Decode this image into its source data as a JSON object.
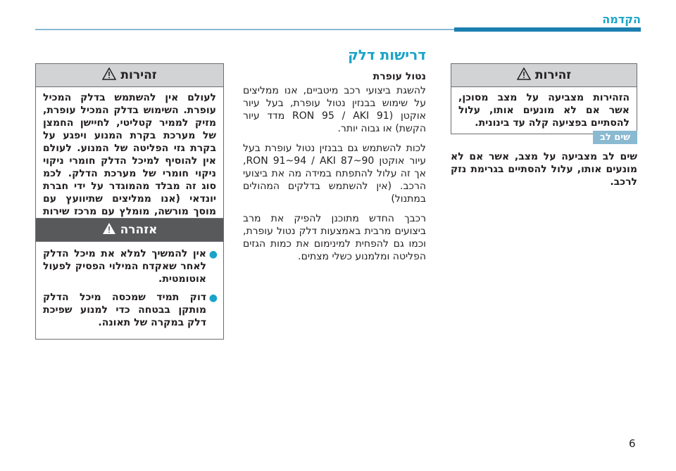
{
  "header": {
    "title": "הקדמה"
  },
  "page_number": "6",
  "warning_box_1": {
    "title": "זהירות",
    "text": "הזהירות מצביעה על מצב מסוכן, אשר אם לא מונעים אותו, עלול להסתיים בפציעה קלה עד בינונית."
  },
  "note": {
    "badge": "שים לב",
    "text": "שים לב מצביעה על מצב, אשר אם לא מונעים אותו, עלול להסתיים בגרימת נזק לרכב."
  },
  "fuel": {
    "section_title": "דרישות דלק",
    "subtitle": "נטול עופרת",
    "para1": "להשגת ביצועי רכב מיטביים, אנו ממליצים על שימוש בבנזין נטול עופרת, בעל עיור אוקטן (RON 95 / AKI 91 מדד עיור הקשת) או גבוה יותר.",
    "para2": "לכות להשתמש גם בבנזין נטול עופרת בעל עיור אוקטן RON 91~94 / AKI 87~90, אך זה עלול להתפתח במידה מה את ביצועי הרכב. (אין להשתמש בדלקים המהולים במתנול)",
    "para3": "רכבך החדש מתוכנן להפיק את מרב ביצועים מרבית באמצעות דלק נטול עופרת, וכמו גם להפחית למינימום את כמות הגזים הפליטה ומלמנוע כשלי מצתים."
  },
  "warning_box_2": {
    "title": "זהירות",
    "text": "לעולם אין להשתמש בדלק המכיל עופרת. השימוש בדלק המכיל עופרת, מזיק לממיר קטליטי, לחיישן החמצן של מערכת בקרת המנוע ויפגע על בקרת גזי הפליטה של המנוע. לעולם אין להוסיף למיכל הדלק חומרי ניקוי ניקוי חומרי של מערכת הדלק. לכמ סוג זה מבלד מהמוגדר על ידי חברת יונדאי (אנו ממליצים שתיוועץ עם מוסך מורשה, מומלץ עם מרכז שירות יונדאי לקבלת פרטים נוספים)."
  },
  "caution_box": {
    "title": "אזהרה",
    "items": [
      "אין להמשיך למלא את מיכל הדלק לאחר שאקדח המילוי הפסיק לפעול אוטומטית.",
      "דוק תמיד שמכסה מיכל הדלק מותקן בבטחה כדי למנוע שפיכת דלק במקרה של תאונה."
    ]
  }
}
